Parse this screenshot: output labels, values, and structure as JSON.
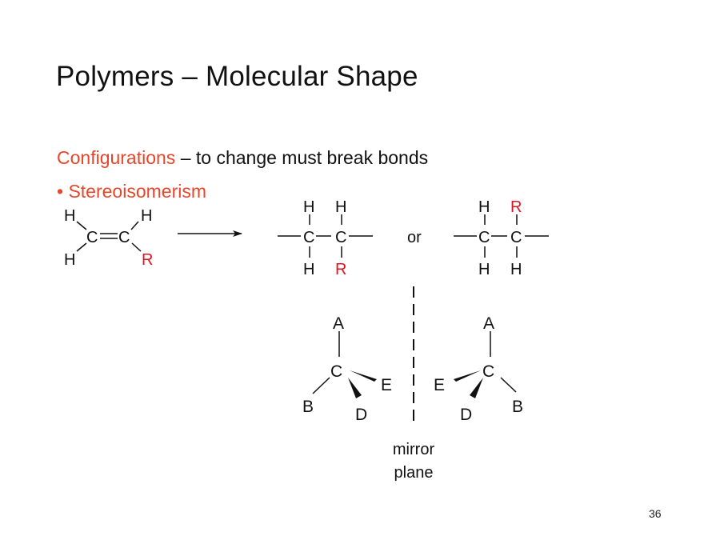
{
  "slide": {
    "title": "Polymers – Molecular Shape",
    "body": {
      "configurations_label": "Configurations",
      "configurations_rest": " – to change must break bonds",
      "bullet_symbol": "•",
      "bullet_label": "Stereoisomerism"
    },
    "page_number": "36",
    "colors": {
      "accent_text": "#e8462a",
      "substituent_red": "#e0141e",
      "text": "#111111"
    }
  },
  "diagram": {
    "monomer": {
      "top_left": "H",
      "top_right": "H",
      "bottom_left": "H",
      "bottom_right": "R",
      "carbon_left": "C",
      "carbon_right": "C",
      "double_bond": "="
    },
    "polymer_option_1": {
      "top": [
        "H",
        "H"
      ],
      "carbons": [
        "C",
        "C"
      ],
      "bottom": [
        "H",
        "R"
      ]
    },
    "or_label": "or",
    "polymer_option_2": {
      "top": [
        "H",
        "R"
      ],
      "carbons": [
        "C",
        "C"
      ],
      "bottom": [
        "H",
        "H"
      ]
    },
    "enantiomer_left": {
      "top": "A",
      "center": "C",
      "right": "E",
      "bottom_left": "B",
      "bottom_right": "D"
    },
    "enantiomer_right": {
      "top": "A",
      "center": "C",
      "left": "E",
      "bottom_right": "B",
      "bottom_left": "D"
    },
    "mirror_label_line1": "mirror",
    "mirror_label_line2": "plane"
  }
}
